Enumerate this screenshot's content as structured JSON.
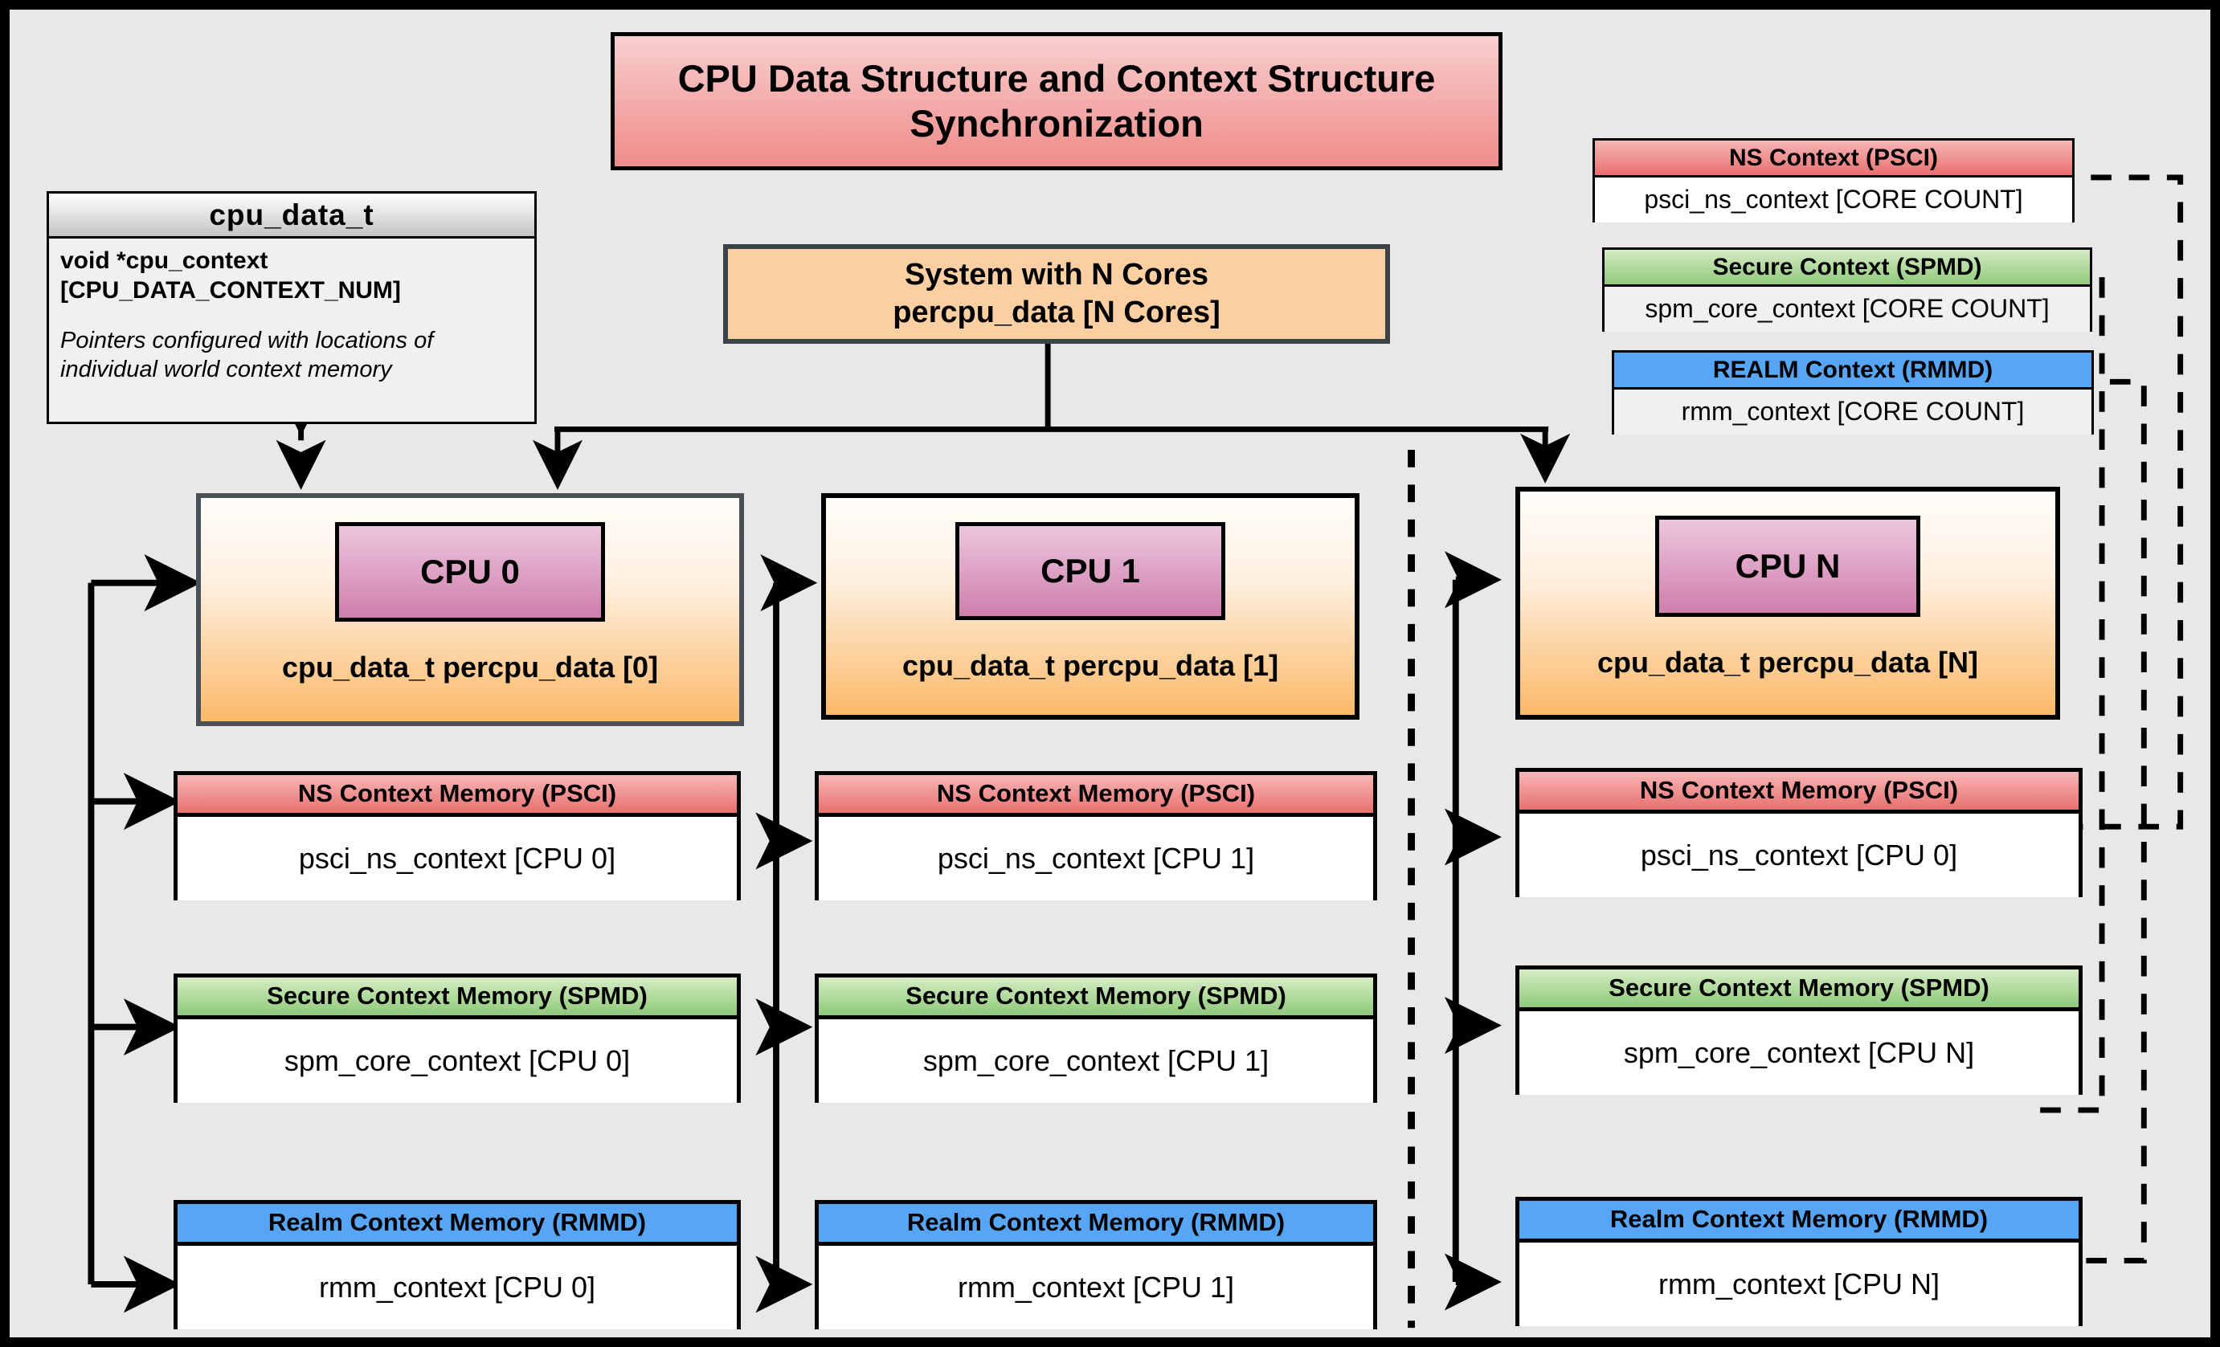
{
  "title": {
    "text": "CPU Data Structure and Context Structure Synchronization"
  },
  "legend": {
    "struct_name": "cpu_data_t",
    "field": "void  *cpu_context [CPU_DATA_CONTEXT_NUM]",
    "note": "Pointers configured with locations of individual world context memory"
  },
  "system": {
    "line1": "System with N Cores",
    "line2": "percpu_data [N Cores]"
  },
  "global_contexts": [
    {
      "name": "ns",
      "header": "NS Context  (PSCI)",
      "body": "psci_ns_context [CORE COUNT]",
      "color": "#e8706e"
    },
    {
      "name": "secure",
      "header": "Secure Context (SPMD)",
      "body": "spm_core_context [CORE COUNT]",
      "color": "#8fc97a"
    },
    {
      "name": "realm",
      "header": "REALM Context (RMMD)",
      "body": "rmm_context [CORE COUNT]",
      "color": "#56a6f5"
    }
  ],
  "cpus": [
    {
      "id": "cpu0",
      "name": "CPU 0",
      "percpu_label": "cpu_data_t percpu_data [0]",
      "contexts": [
        {
          "name": "ns",
          "header": "NS Context Memory (PSCI)",
          "body": "psci_ns_context [CPU 0]"
        },
        {
          "name": "secure",
          "header": "Secure Context Memory (SPMD)",
          "body": "spm_core_context [CPU 0]"
        },
        {
          "name": "realm",
          "header": "Realm Context Memory (RMMD)",
          "body": "rmm_context [CPU 0]"
        }
      ]
    },
    {
      "id": "cpu1",
      "name": "CPU 1",
      "percpu_label": "cpu_data_t percpu_data [1]",
      "contexts": [
        {
          "name": "ns",
          "header": "NS Context Memory (PSCI)",
          "body": "psci_ns_context [CPU 1]"
        },
        {
          "name": "secure",
          "header": "Secure Context Memory (SPMD)",
          "body": "spm_core_context [CPU 1]"
        },
        {
          "name": "realm",
          "header": "Realm Context Memory (RMMD)",
          "body": "rmm_context [CPU 1]"
        }
      ]
    },
    {
      "id": "cpuN",
      "name": "CPU N",
      "percpu_label": "cpu_data_t percpu_data [N]",
      "contexts": [
        {
          "name": "ns",
          "header": "NS Context Memory (PSCI)",
          "body": "psci_ns_context [CPU 0]"
        },
        {
          "name": "secure",
          "header": "Secure Context Memory (SPMD)",
          "body": "spm_core_context [CPU N]"
        },
        {
          "name": "realm",
          "header": "Realm Context Memory (RMMD)",
          "body": "rmm_context [CPU N]"
        }
      ]
    }
  ],
  "colors": {
    "background": "#e8e8e8",
    "ns_header": "#e8706e",
    "secure_header": "#8fc97a",
    "realm_header": "#56a6f5",
    "cpu_fill": "#fbb969",
    "cpu_inner": "#cf7eac",
    "system_fill": "#fbcfa1",
    "title_fill": "#ef8b88"
  }
}
